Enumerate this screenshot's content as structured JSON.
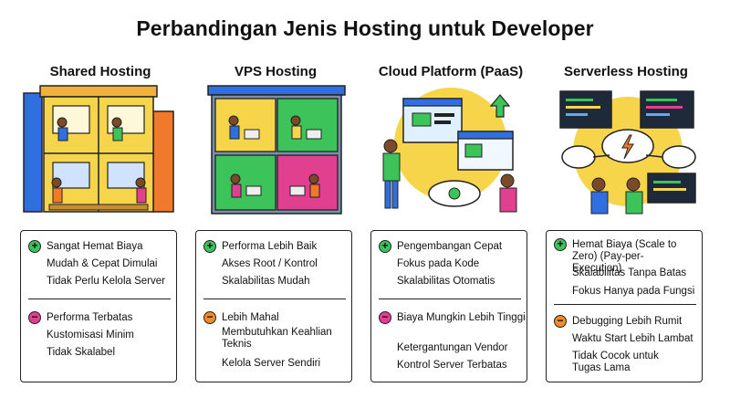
{
  "title": "Perbandingan Jenis Hosting untuk Developer",
  "columns": [
    {
      "name": "Shared Hosting",
      "illustration": "shared-hosting-building",
      "pros": [
        "Sangat Hemat Biaya",
        "Mudah & Cepat Dimulai",
        "Tidak Perlu Kelola Server"
      ],
      "cons": [
        "Performa Terbatas",
        "Kustomisasi Minim",
        "Tidak Skalabel"
      ],
      "con_color": "#e0408f"
    },
    {
      "name": "VPS Hosting",
      "illustration": "vps-hosting-building",
      "pros": [
        "Performa Lebih Baik",
        "Akses Root / Kontrol",
        "Skalabilitas Mudah"
      ],
      "cons": [
        "Lebih Mahal",
        "Membutuhkan Keahlian Teknis",
        "Kelola Server Sendiri"
      ],
      "con_color": "#f08a2a"
    },
    {
      "name": "Cloud Platform (PaaS)",
      "illustration": "cloud-platform-scene",
      "pros": [
        "Pengembangan Cepat",
        "Fokus pada Kode",
        "Skalabilitas Otomatis"
      ],
      "cons": [
        "Biaya Mungkin Lebih Tinggi",
        "Ketergantungan Vendor",
        "Kontrol Server Terbatas"
      ],
      "con_color": "#e0408f"
    },
    {
      "name": "Serverless Hosting",
      "illustration": "serverless-scene",
      "pros": [
        "Hemat Biaya (Scale to Zero) (Pay-per-Execution)",
        "Skalabilitas Tanpa Batas",
        "Fokus Hanya pada Fungsi"
      ],
      "cons": [
        "Debugging Lebih Rumit",
        "Waktu Start Lebih Lambat",
        "Tidak Cocok untuk Tugas Lama"
      ],
      "con_color": "#f08a2a"
    }
  ],
  "plus_symbol": "+",
  "minus_symbol": "−"
}
